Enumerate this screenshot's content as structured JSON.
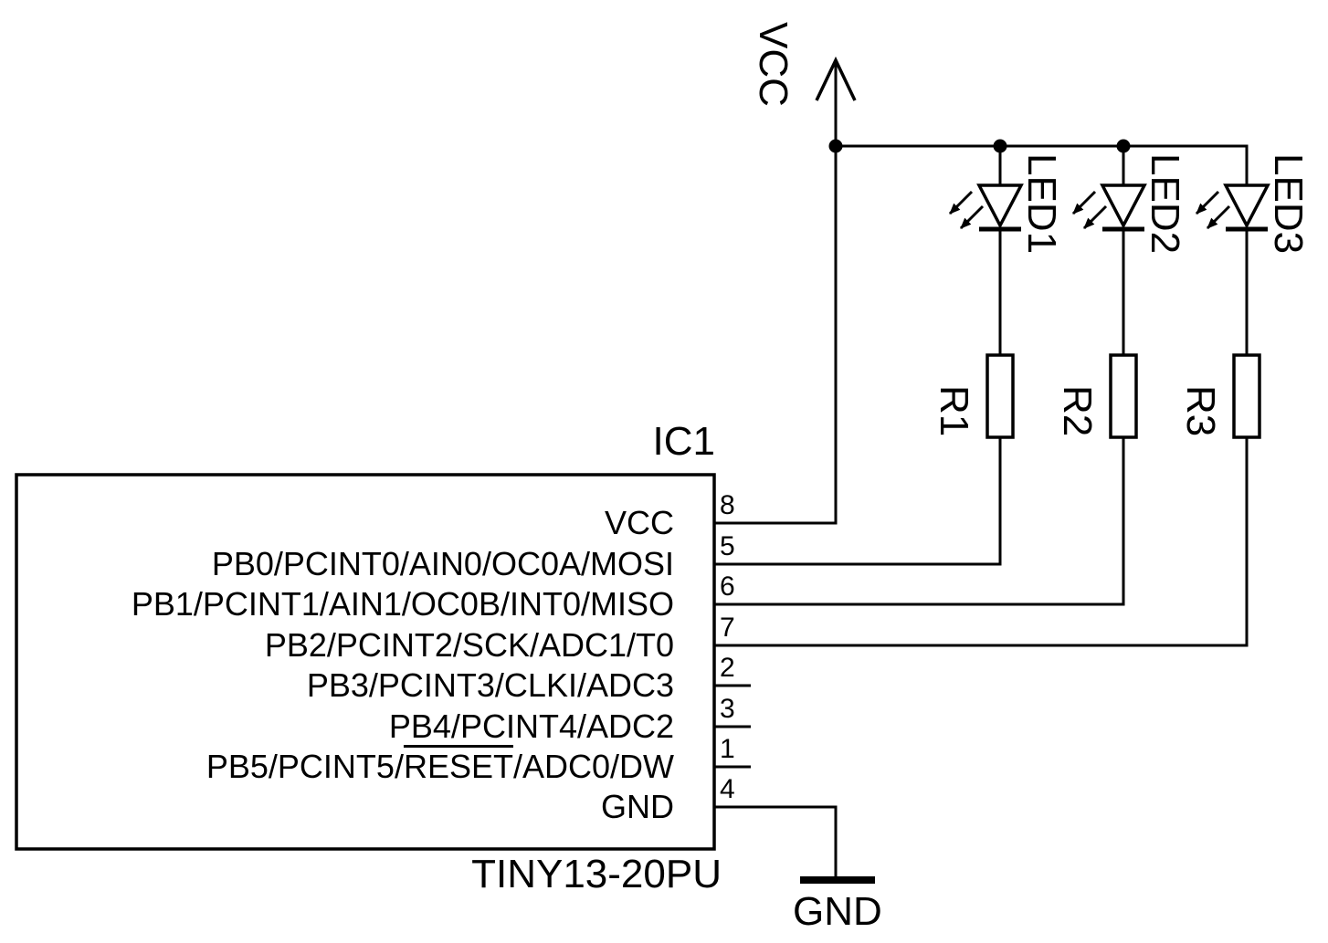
{
  "ic": {
    "designator": "IC1",
    "part_number": "TINY13-20PU",
    "pins": [
      {
        "number": "8",
        "label": "VCC"
      },
      {
        "number": "5",
        "label": "PB0/PCINT0/AIN0/OC0A/MOSI"
      },
      {
        "number": "6",
        "label": "PB1/PCINT1/AIN1/OC0B/INT0/MISO"
      },
      {
        "number": "7",
        "label": "PB2/PCINT2/SCK/ADC1/T0"
      },
      {
        "number": "2",
        "label": "PB3/PCINT3/CLKI/ADC3"
      },
      {
        "number": "3",
        "label": "PB4/PCINT4/ADC2"
      },
      {
        "number": "1",
        "label_pre": "PB5/PCINT5/",
        "label_overlined": "RESET",
        "label_post": "/ADC0/DW"
      },
      {
        "number": "4",
        "label": "GND"
      }
    ]
  },
  "power": {
    "vcc_label": "VCC",
    "gnd_label": "GND"
  },
  "components": {
    "leds": [
      {
        "designator": "LED1"
      },
      {
        "designator": "LED2"
      },
      {
        "designator": "LED3"
      }
    ],
    "resistors": [
      {
        "designator": "R1"
      },
      {
        "designator": "R2"
      },
      {
        "designator": "R3"
      }
    ]
  },
  "symbols": {
    "vcc_arrow_icon": "upward-open-arrow",
    "gnd_bar_icon": "ground-bar",
    "led_icon": "diode-triangle-with-emission-arrows",
    "resistor_icon": "rectangular-box",
    "junction_icon": "filled-dot"
  },
  "colors": {
    "line": "#000000",
    "background": "#ffffff"
  }
}
